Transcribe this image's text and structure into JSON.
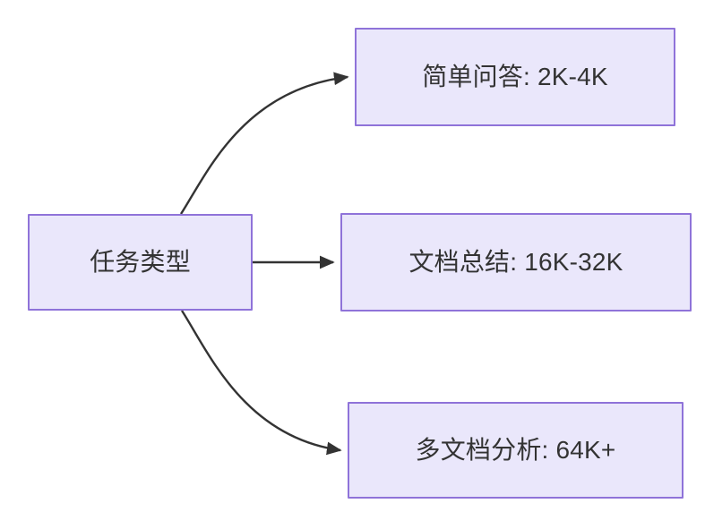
{
  "diagram": {
    "type": "flowchart",
    "direction": "left-to-right",
    "background_color": "#ffffff",
    "node_fill_color": "#eae7fb",
    "node_border_color": "#8f73d9",
    "node_text_color": "#333333",
    "edge_color": "#333333",
    "root": {
      "id": "root",
      "label": "任务类型"
    },
    "branches": [
      {
        "id": "simple",
        "label": "简单问答: 2K-4K",
        "task": "简单问答",
        "token_range": "2K-4K",
        "edge": {
          "from": "root",
          "to": "simple",
          "style": "curved",
          "arrowhead": "filled-triangle"
        }
      },
      {
        "id": "doc",
        "label": "文档总结: 16K-32K",
        "task": "文档总结",
        "token_range": "16K-32K",
        "edge": {
          "from": "root",
          "to": "doc",
          "style": "straight",
          "arrowhead": "filled-triangle"
        }
      },
      {
        "id": "multidoc",
        "label": "多文档分析: 64K+",
        "task": "多文档分析",
        "token_range": "64K+",
        "edge": {
          "from": "root",
          "to": "multidoc",
          "style": "curved",
          "arrowhead": "filled-triangle"
        }
      }
    ]
  }
}
